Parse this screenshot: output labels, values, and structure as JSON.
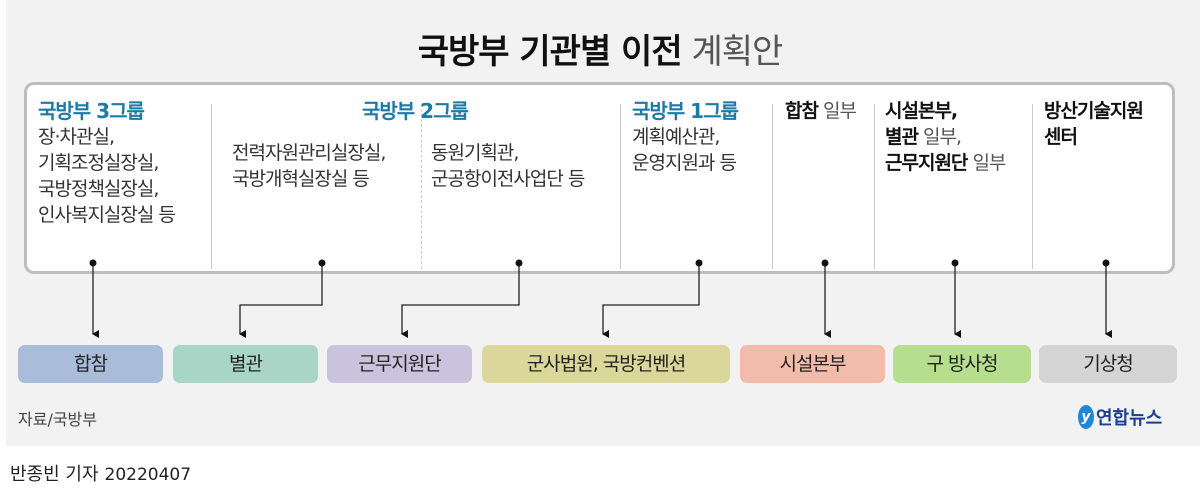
{
  "title": {
    "bold": "국방부 기관별 이전",
    "light": "계획안"
  },
  "columns": {
    "g3": {
      "heading": "국방부 3그룹",
      "lines": [
        "장·차관실,",
        "기획조정실장실,",
        "국방정책실장실,",
        "인사복지실장실 등"
      ]
    },
    "g2": {
      "heading": "국방부 2그룹",
      "a": [
        "전력자원관리실장실,",
        "국방개혁실장실 등"
      ],
      "b": [
        "동원기획관,",
        "군공항이전사업단 등"
      ]
    },
    "g1": {
      "heading": "국방부 1그룹",
      "lines": [
        "계획예산관,",
        "운영지원과 등"
      ]
    },
    "jcs": {
      "bold": "합참",
      "light": "일부"
    },
    "fac": {
      "l1": "시설본부,",
      "l2b": "별관",
      "l2l": "일부,",
      "l3b": "근무지원단",
      "l3l": "일부"
    },
    "dtc": {
      "lines": [
        "방산기술지원",
        "센터"
      ]
    }
  },
  "destinations": [
    {
      "label": "합참",
      "color": "#a9bcd9"
    },
    {
      "label": "별관",
      "color": "#a8d5c6"
    },
    {
      "label": "근무지원단",
      "color": "#c9c3de"
    },
    {
      "label": "군사법원, 국방컨벤션",
      "color": "#dbd69a"
    },
    {
      "label": "시설본부",
      "color": "#f1bca9"
    },
    {
      "label": "구 방사청",
      "color": "#b5df8e"
    },
    {
      "label": "기상청",
      "color": "#d4d4d4"
    }
  ],
  "source": "자료/국방부",
  "logo": "연합뉴스",
  "credit": {
    "author": "반종빈 기자",
    "date": "20220407"
  }
}
